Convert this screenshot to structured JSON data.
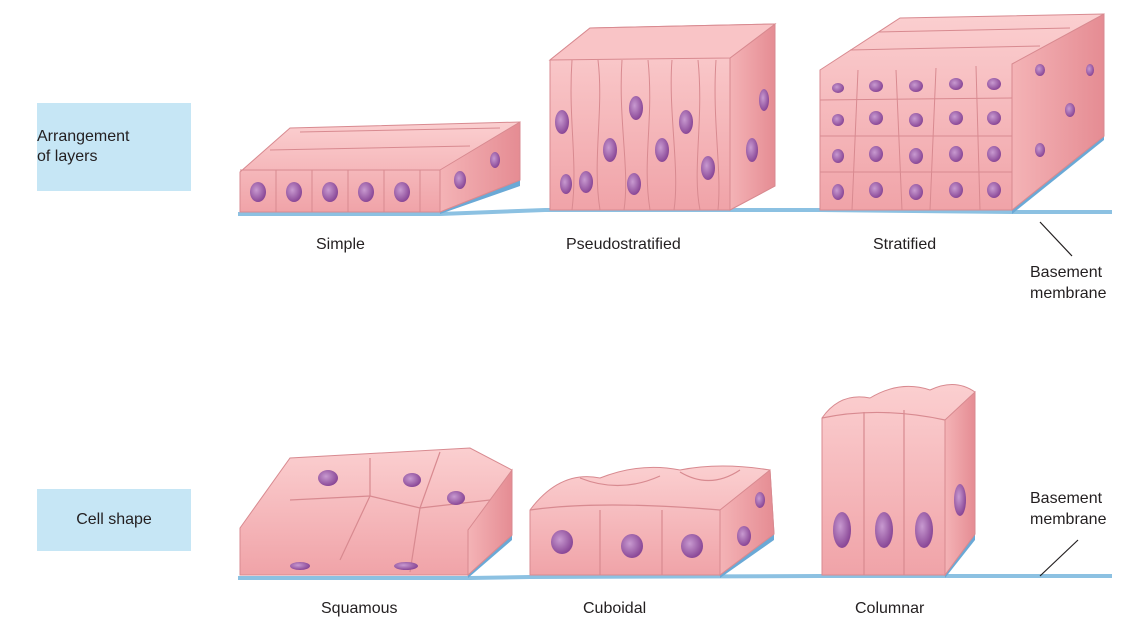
{
  "row_labels": {
    "arrangement": "Arrangement\nof layers",
    "arrangement_line1": "Arrangement",
    "arrangement_line2": "of layers",
    "shape": "Cell shape"
  },
  "arrangement_types": {
    "simple": "Simple",
    "pseudostratified": "Pseudostratified",
    "stratified": "Stratified"
  },
  "shape_types": {
    "squamous": "Squamous",
    "cuboidal": "Cuboidal",
    "columnar": "Columnar"
  },
  "basement_membrane": {
    "top_line1": "Basement",
    "top_line2": "membrane",
    "bottom_line1": "Basement",
    "bottom_line2": "membrane"
  },
  "colors": {
    "cell": "#f7b6b8",
    "cell_dark": "#e8959a",
    "nucleus": "#9b5aa3",
    "membrane": "#7fb6dc",
    "label_box": "#c6e6f5"
  }
}
